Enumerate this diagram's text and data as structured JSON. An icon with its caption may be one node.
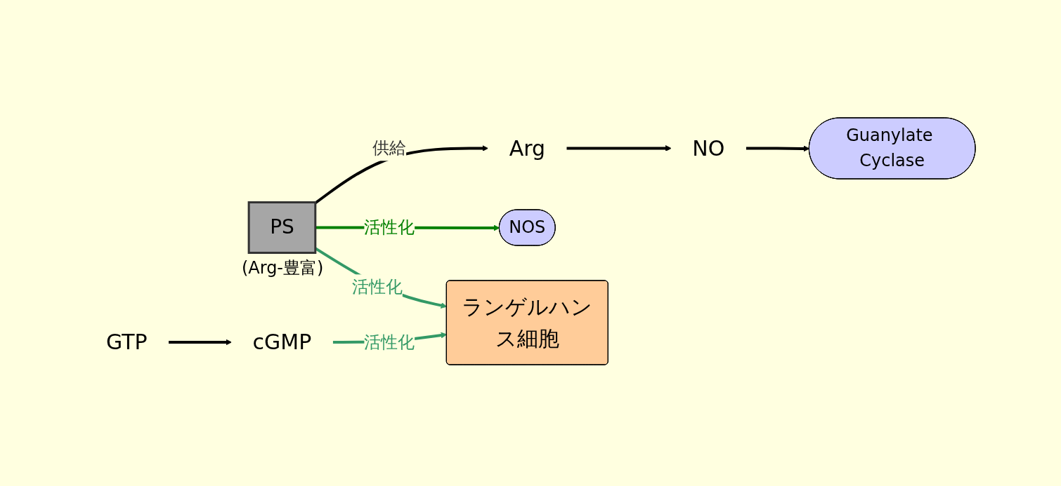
{
  "diagram": {
    "nodes": [
      {
        "text": [
          "Arg"
        ]
      },
      {
        "text": [
          "NOS"
        ]
      },
      {
        "text": [
          "NO"
        ]
      },
      {
        "text": [
          "Guanylate Cyclase"
        ]
      },
      {
        "text": [
          "GTP"
        ]
      },
      {
        "text": [
          "cGMP"
        ]
      },
      {
        "text": [
          "PS"
        ],
        "beside": [
          "(Arg-豊富)"
        ]
      },
      {
        "text": [
          "ランゲルハンス細胞"
        ]
      }
    ],
    "edges": [
      {
        "from": 0,
        "to": 2,
        "arrow": "to"
      },
      {
        "from": 2,
        "to": 3,
        "arrow": "to"
      },
      {
        "from": 4,
        "to": 5,
        "arrow": "to"
      },
      {
        "from": 6,
        "to": 0,
        "arrow": "to",
        "label": "供給"
      },
      {
        "from": 6,
        "to": 1,
        "arrow": "to",
        "label": "活性化",
        "color": "#008000"
      },
      {
        "from": 5,
        "to": 7,
        "arrow": "to",
        "label": "活性化",
        "color": "#339966"
      },
      {
        "from": 6,
        "to": 7,
        "arrow": "to",
        "label": "活性化",
        "color": "#339966"
      }
    ]
  }
}
